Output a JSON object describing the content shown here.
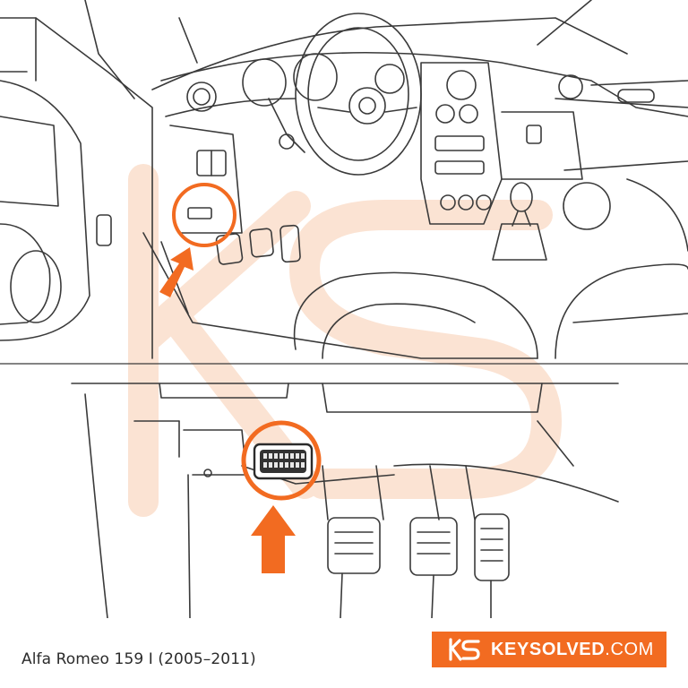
{
  "caption": "Alfa Romeo 159 I (2005–2011)",
  "brand": {
    "name_bold": "KEYSOLVED",
    "name_suffix": ".COM",
    "logo_icon": "ks-monogram-icon",
    "color": "#f26b21"
  },
  "illustration": {
    "upper_view": "car-interior-driver-side",
    "lower_view": "obd-port-under-dashboard",
    "highlight_color": "#f26b21",
    "watermark_icon": "ks-watermark"
  }
}
